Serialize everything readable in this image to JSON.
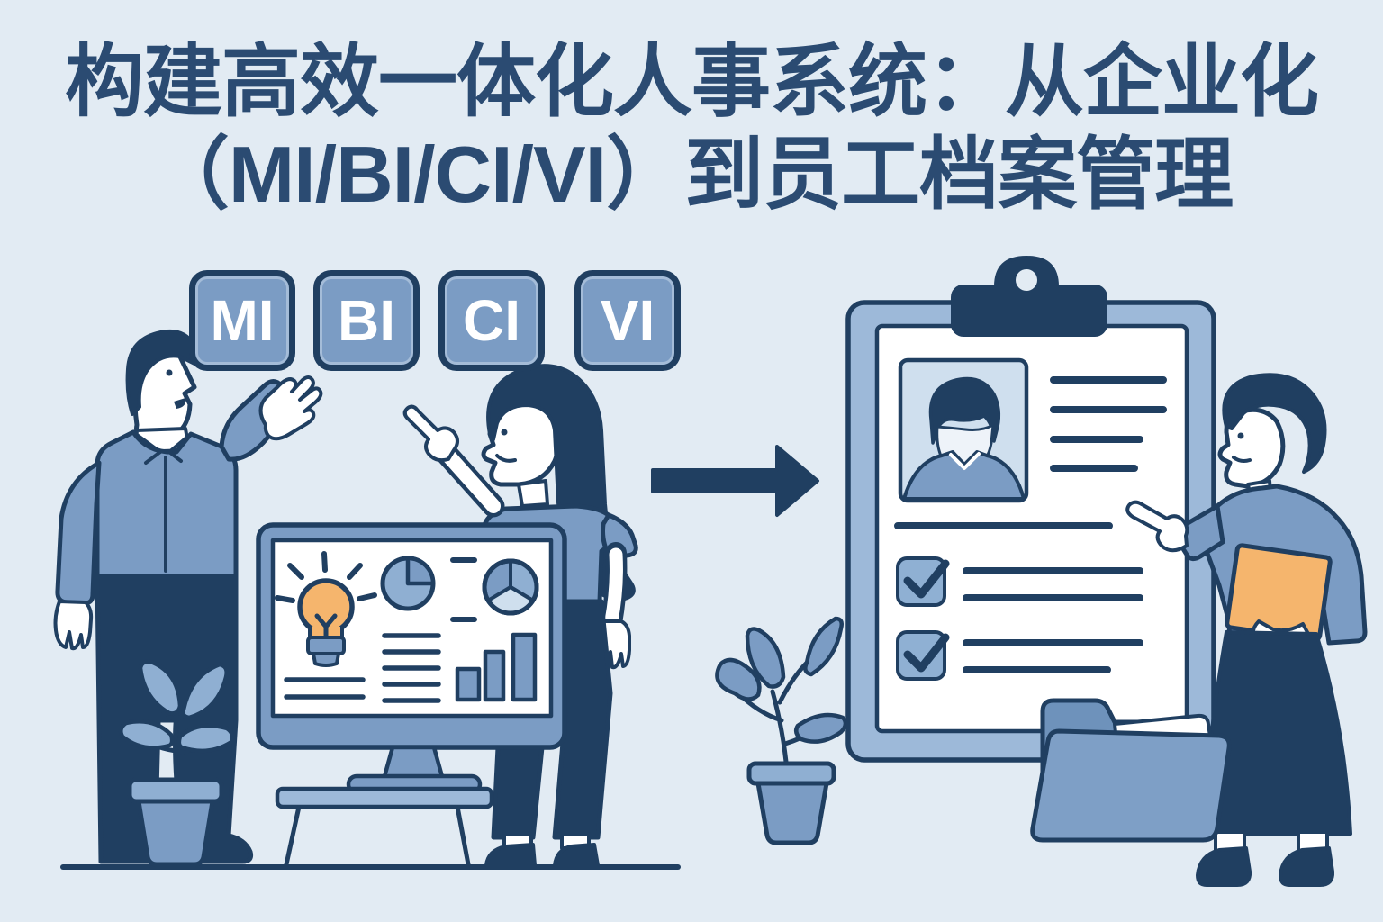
{
  "title": {
    "line1": "构建高效一体化人事系统：从企业化",
    "line2": "（MI/BI/CI/VI）到员工档案管理"
  },
  "identity_boxes": {
    "items": [
      {
        "label": "MI"
      },
      {
        "label": "BI"
      },
      {
        "label": "CI"
      },
      {
        "label": "VI"
      }
    ]
  },
  "colors": {
    "background": "#e2ebf3",
    "navy_outline": "#203f61",
    "title_text": "#2b4b72",
    "mid_blue": "#7b9cc4",
    "light_blue": "#9db9d9",
    "pale_blue": "#cfdfee",
    "accent_orange": "#f5b56d",
    "white": "#ffffff"
  },
  "scene": {
    "left_group": [
      "man-left",
      "plant-left",
      "woman-middle",
      "monitor-dashboard",
      "lightbulb-icon",
      "pie-chart-icon",
      "bar-chart-icon"
    ],
    "transition": [
      "arrow-right-icon"
    ],
    "right_group": [
      "plant-middle",
      "clipboard-profile",
      "id-photo",
      "checkbox-icon",
      "woman-right",
      "orange-folder-icon",
      "blue-folder-icon"
    ]
  }
}
